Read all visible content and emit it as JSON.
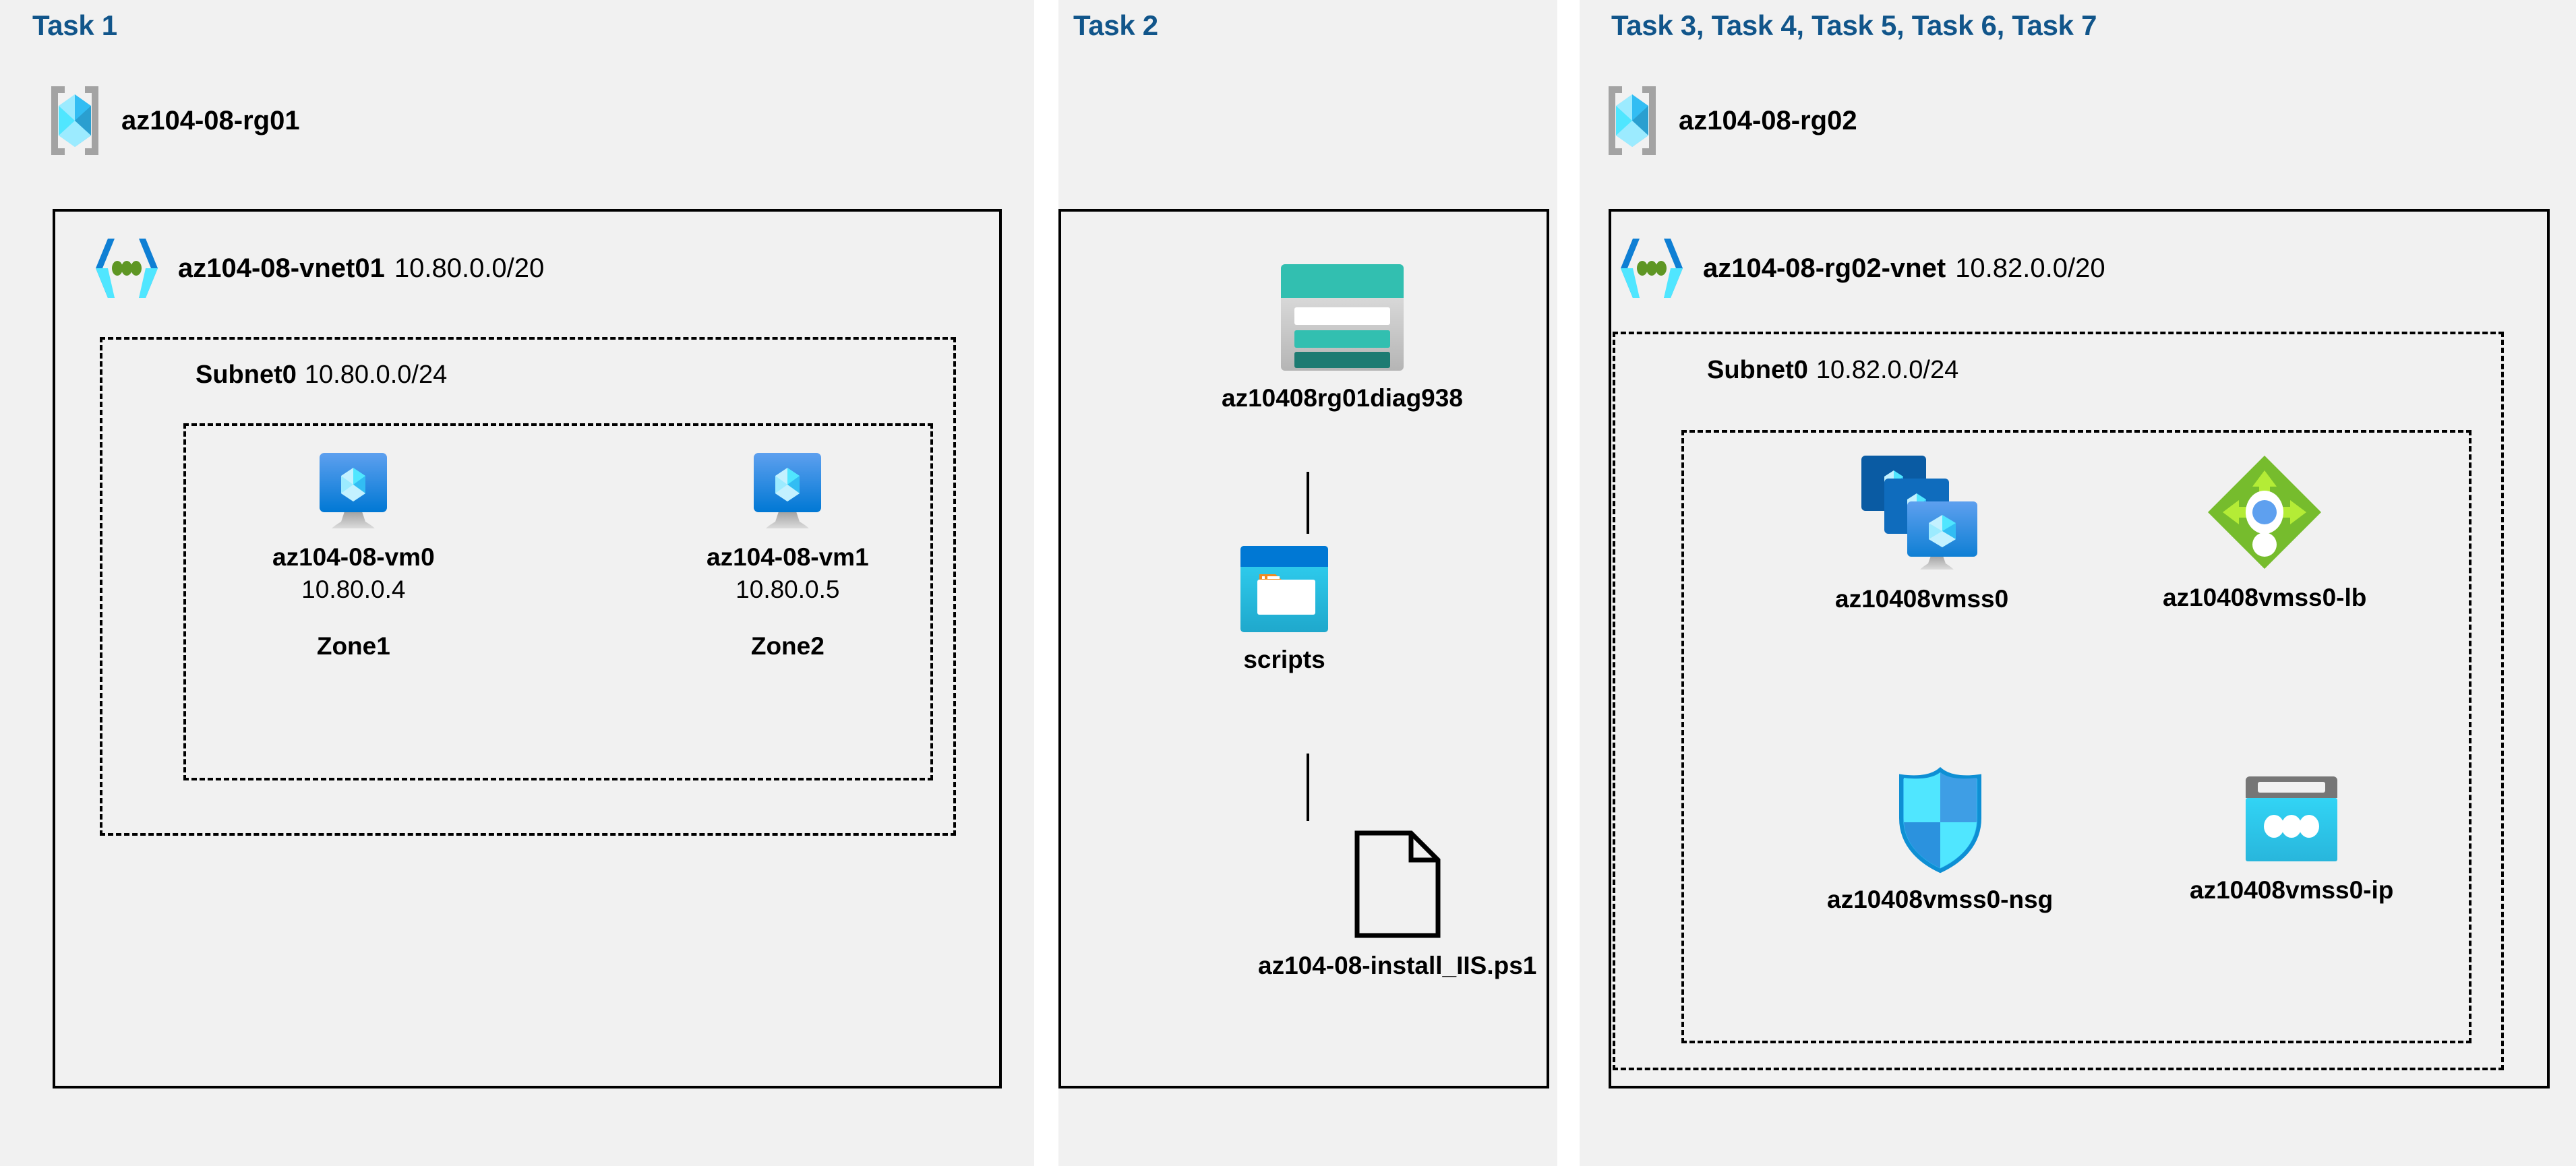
{
  "tasks": {
    "task1_caption": "Task 1",
    "task2_caption": "Task 2",
    "task3_caption": "Task 3, Task 4, Task 5, Task 6, Task 7"
  },
  "resource_groups": [
    {
      "name": "az104-08-rg01",
      "icon": "resource-group-icon"
    },
    {
      "name": "az104-08-rg02",
      "icon": "resource-group-icon"
    }
  ],
  "vnets": [
    {
      "name": "az104-08-vnet01",
      "cidr": "10.80.0.0/20",
      "icon": "virtual-network-icon"
    },
    {
      "name": "az104-08-rg02-vnet",
      "cidr": "10.82.0.0/20",
      "icon": "virtual-network-icon"
    }
  ],
  "subnets": [
    {
      "label": "Subnet0",
      "cidr": "10.80.0.0/24"
    },
    {
      "label": "Subnet0",
      "cidr": "10.82.0.0/24"
    }
  ],
  "vms": [
    {
      "name": "az104-08-vm0",
      "ip": "10.80.0.4",
      "zone": "Zone1",
      "icon": "virtual-machine-icon"
    },
    {
      "name": "az104-08-vm1",
      "ip": "10.80.0.5",
      "zone": "Zone2",
      "icon": "virtual-machine-icon"
    }
  ],
  "storage": {
    "account": {
      "name": "az10408rg01diag938",
      "icon": "storage-account-icon"
    },
    "container": {
      "name": "scripts",
      "icon": "blob-container-icon"
    },
    "file": {
      "name": "az104-08-install_IIS.ps1",
      "icon": "file-icon"
    }
  },
  "scale_set_resources": [
    {
      "name": "az10408vmss0",
      "icon": "vm-scale-set-icon"
    },
    {
      "name": "az10408vmss0-lb",
      "icon": "load-balancer-icon"
    },
    {
      "name": "az10408vmss0-nsg",
      "icon": "network-security-group-icon"
    },
    {
      "name": "az10408vmss0-ip",
      "icon": "public-ip-address-icon"
    }
  ],
  "colors": {
    "panel_background": "#f1f1f1",
    "page_background": "#ffffff",
    "task_caption": "#11558a",
    "border": "#000000",
    "azure_blue": "#0078d4",
    "azure_cyan": "#50e6ff",
    "storage_teal": "#32bfb0",
    "lb_green": "#76bc2d",
    "nsg_blue": "#32bdf3"
  }
}
